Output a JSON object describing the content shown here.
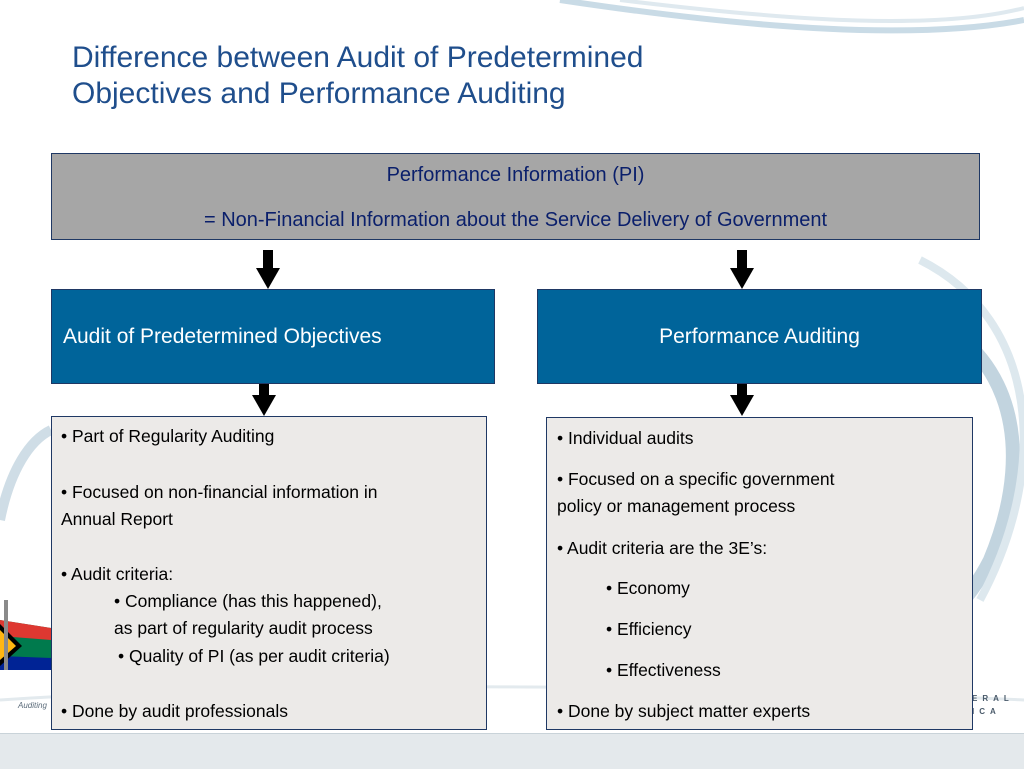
{
  "slide": {
    "title_line1": "Difference between Audit of Predetermined",
    "title_line2": "Objectives and Performance Auditing"
  },
  "pi_box": {
    "line1": "Performance Information (PI)",
    "line2": "= Non-Financial Information about the Service Delivery of Government"
  },
  "left_box": {
    "heading": "Audit of Predetermined Objectives",
    "items": [
      "• Part of Regularity Auditing",
      "• Focused on non-financial information in",
      "Annual Report",
      "• Audit criteria:",
      "• Compliance (has this happened),",
      "as part of regularity audit process",
      "• Quality of PI (as per audit criteria)",
      "• Done by audit professionals"
    ]
  },
  "right_box": {
    "heading": "Performance Auditing",
    "items": [
      "• Individual audits",
      "• Focused on a specific government",
      "policy or management process",
      "• Audit criteria are the 3E’s:",
      "• Economy",
      "• Efficiency",
      "• Effectiveness",
      "• Done by subject matter experts"
    ]
  },
  "footer": {
    "left_text": "Auditing",
    "right_line1": "ERAL",
    "right_line2": "ICA"
  },
  "colors": {
    "title": "#1f4e8c",
    "pi_box_bg": "#a6a6a6",
    "blue_box_bg": "#00649a",
    "list_box_bg": "#eceae8",
    "border": "#1f3864",
    "arrow": "#000000"
  }
}
